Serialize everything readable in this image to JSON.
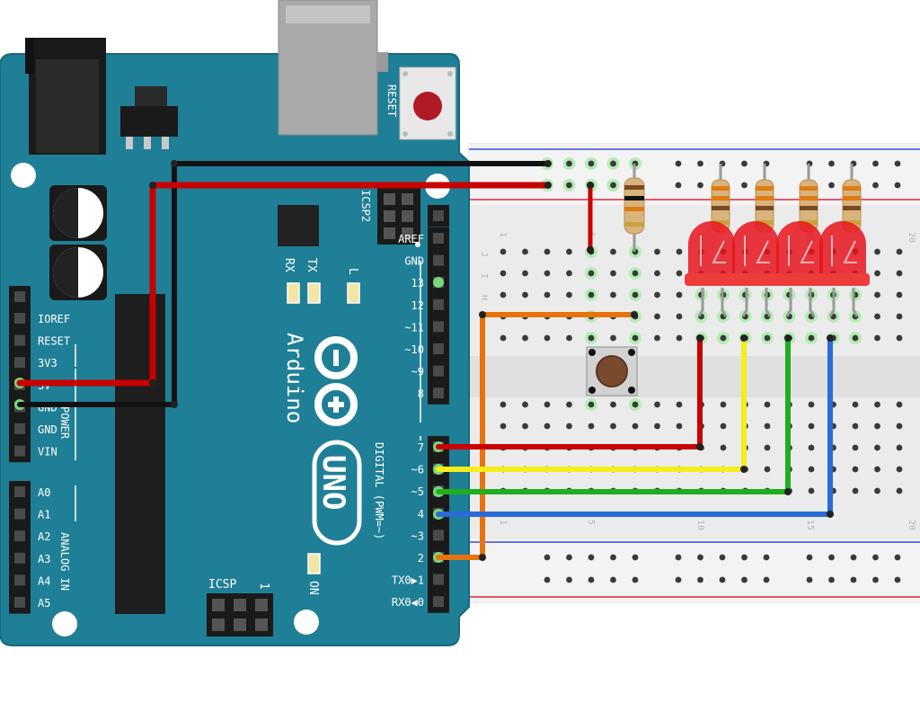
{
  "board": {
    "brand": "Arduino",
    "model": "UNO",
    "reset": "RESET",
    "icsp2": "ICSP2",
    "icsp": "ICSP",
    "icsp_pin1": "1",
    "tx": "TX",
    "rx": "RX",
    "l": "L",
    "on": "ON",
    "power_group": "POWER",
    "analog_group": "ANALOG IN",
    "digital_group": "DIGITAL (PWM=~)",
    "power_pins": [
      "IOREF",
      "RESET",
      "3V3",
      "5V",
      "GND",
      "GND",
      "VIN"
    ],
    "analog_pins": [
      "A0",
      "A1",
      "A2",
      "A3",
      "A4",
      "A5"
    ],
    "top_pins": [
      "AREF",
      "GND",
      "13",
      "12",
      "~11",
      "~10",
      "~9",
      "8"
    ],
    "bottom_pins": [
      "7",
      "~6",
      "~5",
      "4",
      "~3",
      "2",
      "TX0▶1",
      "RX0◀0"
    ]
  },
  "breadboard": {
    "row_letters": [
      "J",
      "I",
      "H"
    ],
    "col_numbers": [
      "1",
      "5",
      "10",
      "15",
      "20"
    ]
  },
  "colors": {
    "board": "#1f7f97",
    "board_edge": "#15697e",
    "silk": "#ffffff",
    "breadboard": "#ebebeb",
    "rail_red": "#e0263a",
    "rail_blue": "#3a4fd4",
    "hole": "#3a3a3a",
    "hole_active": "#7ad67a",
    "wire_black": "#111111",
    "wire_red": "#c80000",
    "wire_orange": "#e8730c",
    "wire_yellow": "#f5ee1a",
    "wire_green": "#1fae1f",
    "wire_blue": "#2a6bd6",
    "led": "#e8141e"
  },
  "icons": {
    "logo": "infinity-minus-plus-icon",
    "button": "tactile-pushbutton-icon",
    "led": "red-led-icon",
    "resistor": "resistor-icon"
  }
}
